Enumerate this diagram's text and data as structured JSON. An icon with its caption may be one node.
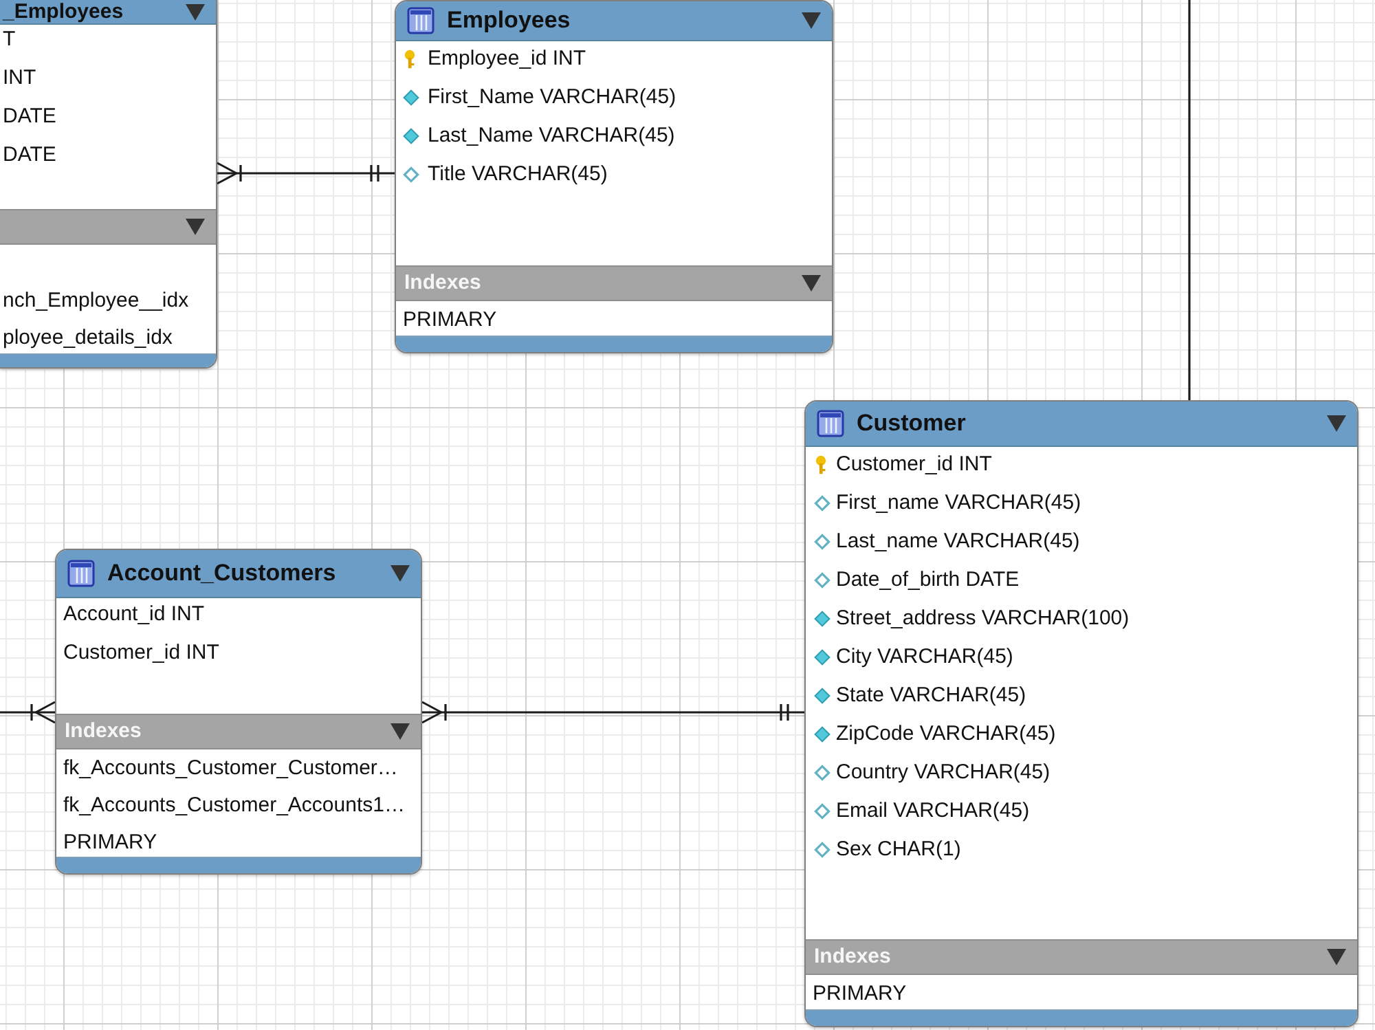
{
  "diagram": {
    "nodes": [
      {
        "text": [
          "_Employees",
          "T",
          "INT",
          "DATE",
          "DATE",
          "nch_Employee__idx",
          "ployee_details_idx"
        ]
      },
      {
        "text": [
          "Employees",
          "Employee_id INT",
          "First_Name VARCHAR(45)",
          "Last_Name VARCHAR(45)",
          "Title VARCHAR(45)",
          "Indexes",
          "PRIMARY"
        ]
      },
      {
        "text": [
          "Account_Customers",
          "Account_id INT",
          "Customer_id INT",
          "Indexes",
          "fk_Accounts_Customer_Customer…",
          "fk_Accounts_Customer_Accounts1…",
          "PRIMARY"
        ]
      },
      {
        "text": [
          "Customer",
          "Customer_id INT",
          "First_name VARCHAR(45)",
          "Last_name VARCHAR(45)",
          "Date_of_birth DATE",
          "Street_address VARCHAR(100)",
          "City VARCHAR(45)",
          "State VARCHAR(45)",
          "ZipCode VARCHAR(45)",
          "Country VARCHAR(45)",
          "Email VARCHAR(45)",
          "Sex CHAR(1)",
          "Indexes",
          "PRIMARY"
        ]
      }
    ],
    "edges": [
      {
        "from": 0,
        "to": 1,
        "arrow": "other"
      },
      {
        "from": null,
        "to": 2,
        "arrow": "other"
      },
      {
        "from": 2,
        "to": 3,
        "arrow": "other"
      },
      {
        "from": null,
        "to": 3,
        "arrow": "none"
      }
    ]
  }
}
